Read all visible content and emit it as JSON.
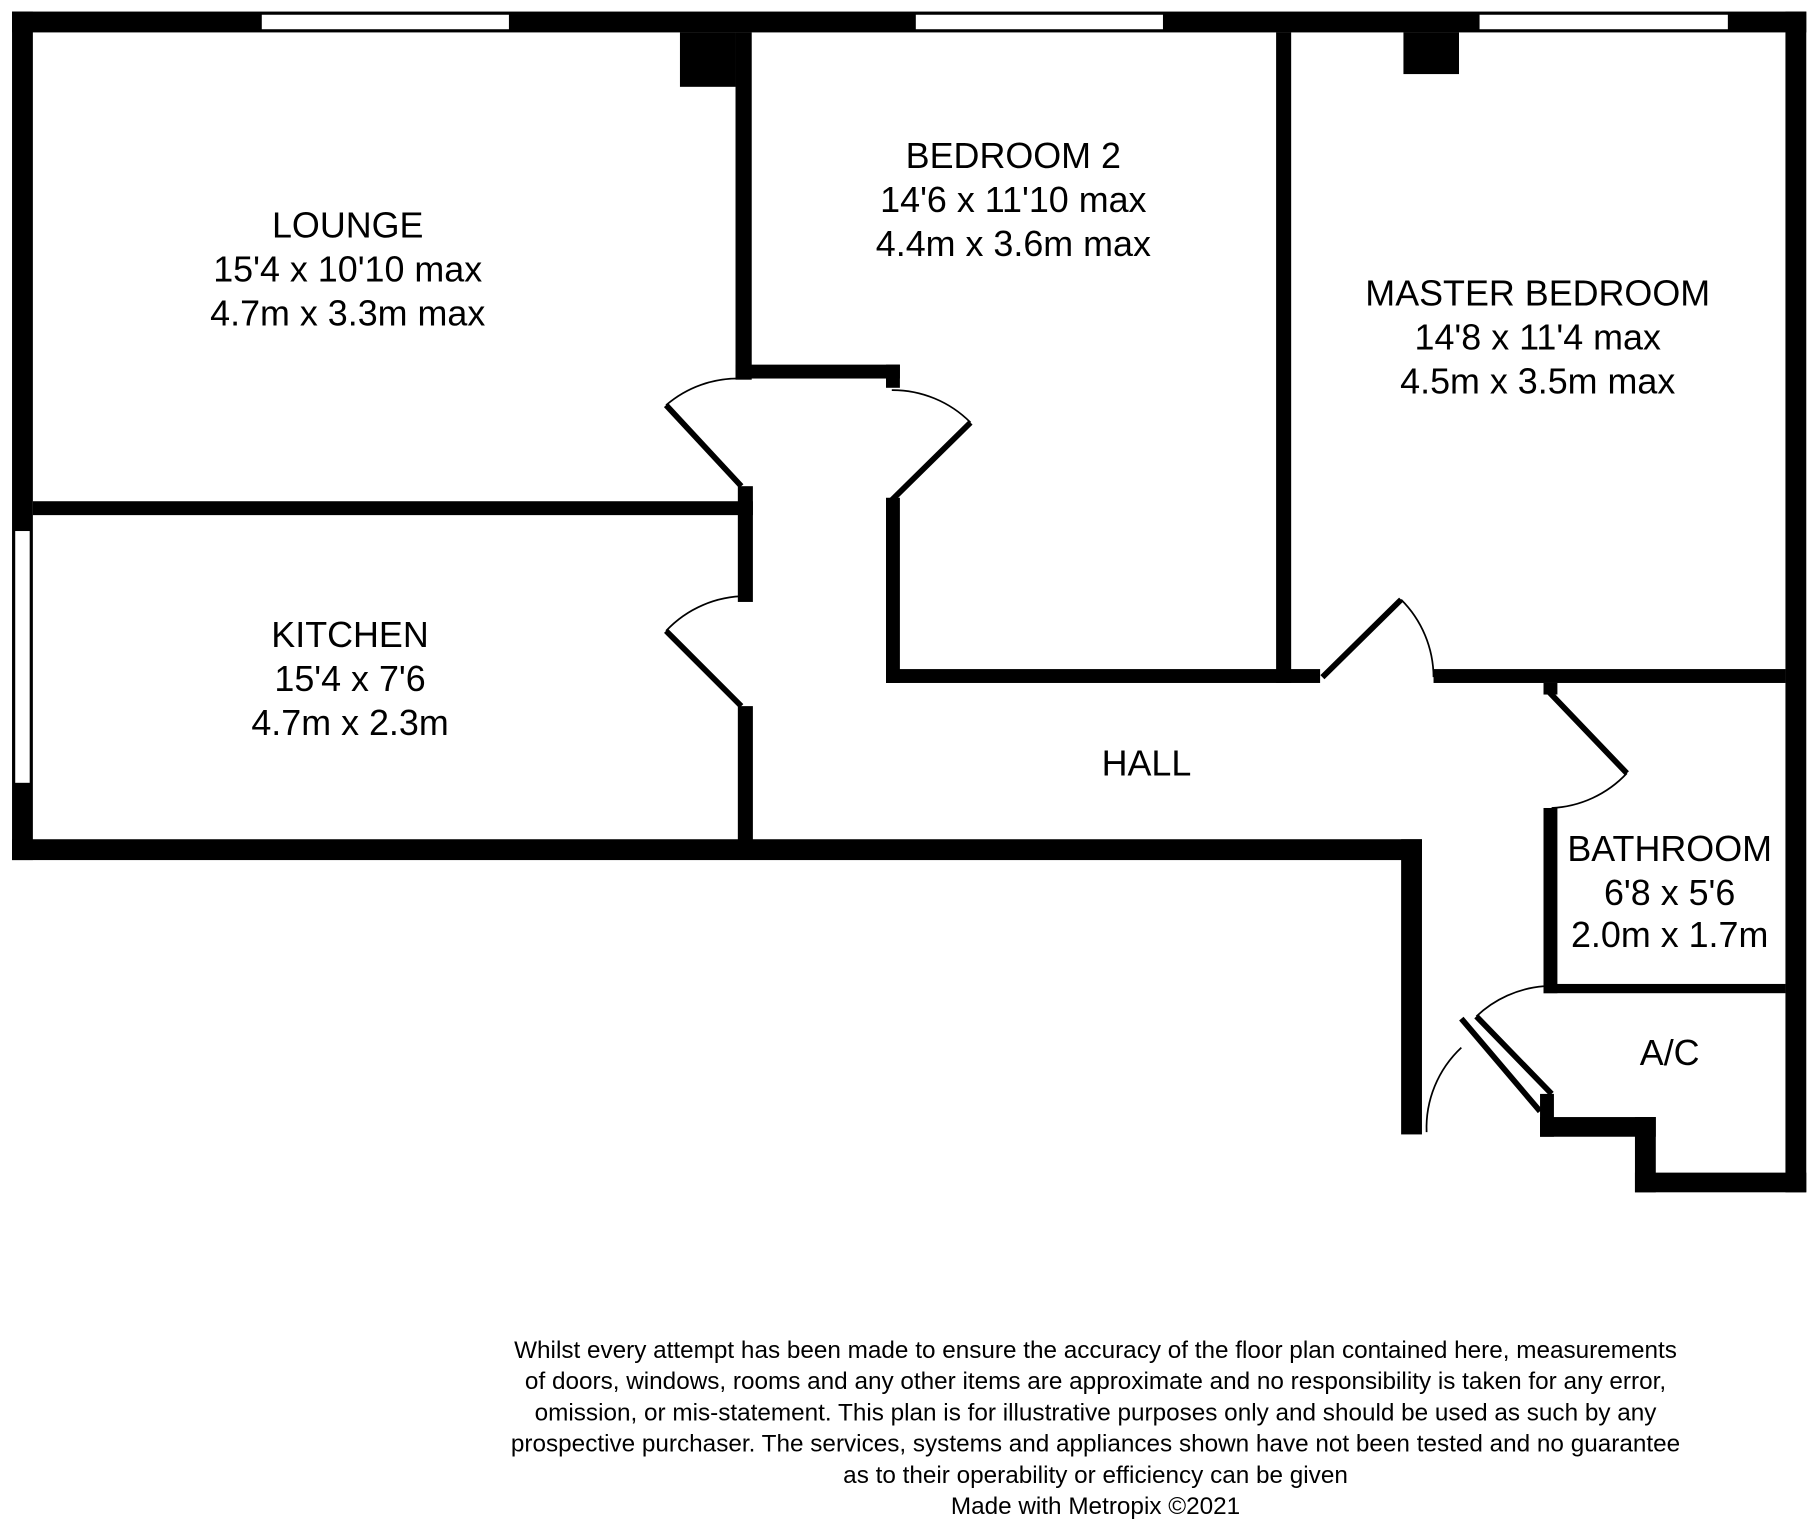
{
  "rooms": {
    "lounge": {
      "name": "LOUNGE",
      "imperial": "15'4 x 10'10 max",
      "metric": "4.7m x 3.3m max"
    },
    "bedroom2": {
      "name": "BEDROOM 2",
      "imperial": "14'6 x 11'10 max",
      "metric": "4.4m x 3.6m max"
    },
    "master": {
      "name": "MASTER BEDROOM",
      "imperial": "14'8 x 11'4 max",
      "metric": "4.5m x 3.5m max"
    },
    "kitchen": {
      "name": "KITCHEN",
      "imperial": "15'4 x 7'6",
      "metric": "4.7m x 2.3m"
    },
    "hall": {
      "name": "HALL"
    },
    "bathroom": {
      "name": "BATHROOM",
      "imperial": "6'8 x 5'6",
      "metric": "2.0m x 1.7m"
    },
    "ac": {
      "name": "A/C"
    }
  },
  "disclaimer": [
    "Whilst every attempt has been made to ensure the accuracy of the floor plan contained here, measurements",
    "of doors, windows, rooms and any other items are approximate and no responsibility is taken for any error,",
    "omission, or mis-statement. This plan is for illustrative purposes only and should be used as such by any",
    "prospective purchaser. The services, systems and appliances shown have not been tested and no guarantee",
    "as to their operability or efficiency can be given"
  ],
  "credit": "Made with Metropix ©2021"
}
